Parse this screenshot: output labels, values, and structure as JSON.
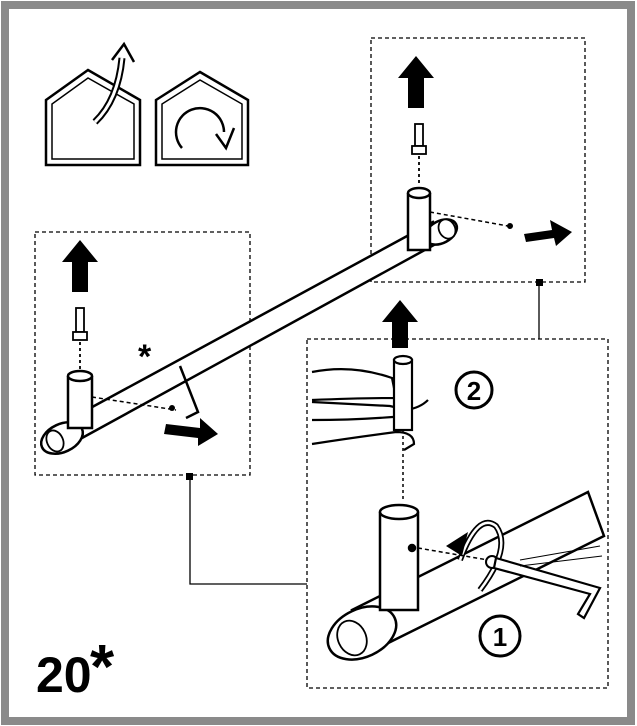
{
  "step": {
    "number": "20",
    "asterisk": "*"
  },
  "markers": {
    "detail_asterisk": "*",
    "callout_1": "1",
    "callout_2": "2"
  },
  "icons": {
    "remove_from_house": "house-arrow-out-icon",
    "rotate_in_house": "house-rotate-icon",
    "up_arrow": "up-arrow-icon",
    "right_arrow": "right-arrow-icon",
    "rotate_arrow": "rotate-arrow-icon",
    "allen_key": "allen-key-icon"
  },
  "colors": {
    "line": "#000000",
    "frame": "#8a8a8a",
    "background": "#ffffff"
  }
}
